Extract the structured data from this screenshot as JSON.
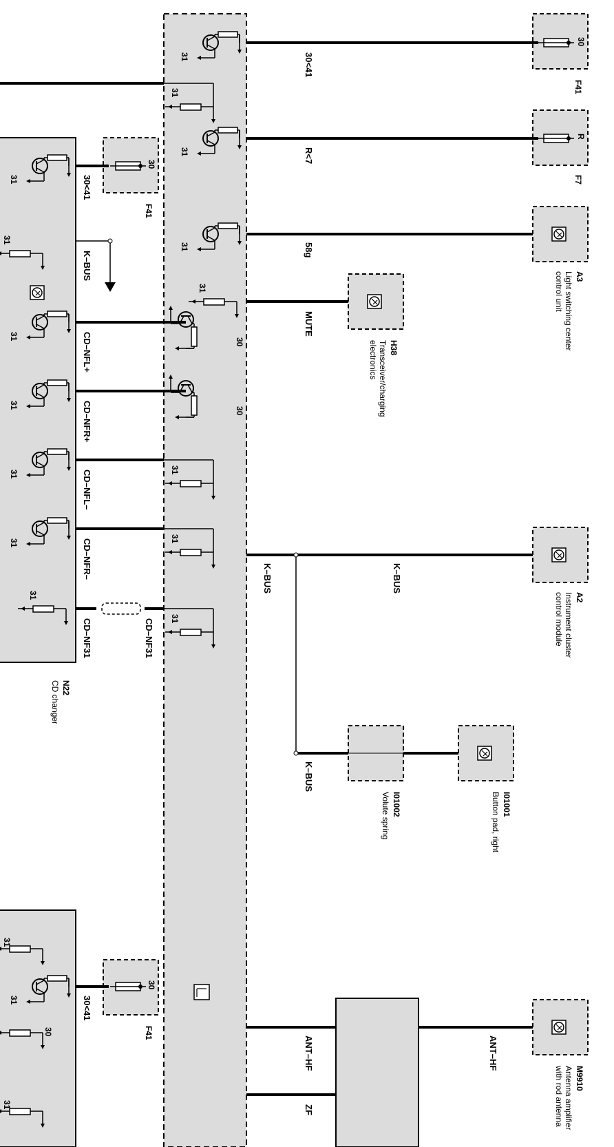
{
  "colors": {
    "panel_fill": "#dcdcdc",
    "wire": "#000000",
    "background": "#ffffff"
  },
  "icons": {
    "control_unit_symbol": "rotary-knob-icon",
    "display_symbol": "display-icon",
    "arrow": "arrow-down-icon"
  },
  "components": {
    "f41_top": {
      "code": "F41",
      "pin": "30"
    },
    "f7": {
      "code": "F7",
      "pin": "R"
    },
    "a3": {
      "code": "A3",
      "desc_line1": "Light switching center",
      "desc_line2": "control unit"
    },
    "h38": {
      "code": "H38",
      "desc_line1": "Transceiver/charging",
      "desc_line2": "electronics"
    },
    "a2": {
      "code": "A2",
      "desc_line1": "Instrument cluster",
      "desc_line2": "control module"
    },
    "i01001": {
      "code": "I01001",
      "desc_line1": "Button pad, right"
    },
    "i01002": {
      "code": "I01002",
      "desc_line1": "Volute spring"
    },
    "m9910": {
      "code": "M9910",
      "desc_line1": "Antenna amplifier",
      "desc_line2": "with rod antenna"
    },
    "n22": {
      "code": "N22",
      "desc_line1": "CD changer"
    },
    "f41_mid": {
      "code": "F41",
      "pin": "30"
    },
    "f41_bot": {
      "code": "F41",
      "pin": "30"
    }
  },
  "wires": {
    "w_30_41": "30<41",
    "w_r7": "R<7",
    "w_58g": "58g",
    "w_mute": "MUTE",
    "w_kbus": "K–BUS",
    "w_ant_hf": "ANT–HF",
    "w_zf": "ZF"
  },
  "cd_signals": {
    "s1": "30<41",
    "s2": "K–BUS",
    "s3": "CD–NFL+",
    "s4": "CD–NFR+",
    "s5": "CD–NFL–",
    "s6": "CD–NFR–",
    "s7": "CD–NF31",
    "s8": "CD–NF31",
    "s9": "30<41"
  },
  "ground_pin": "31",
  "supply_pin": "30"
}
